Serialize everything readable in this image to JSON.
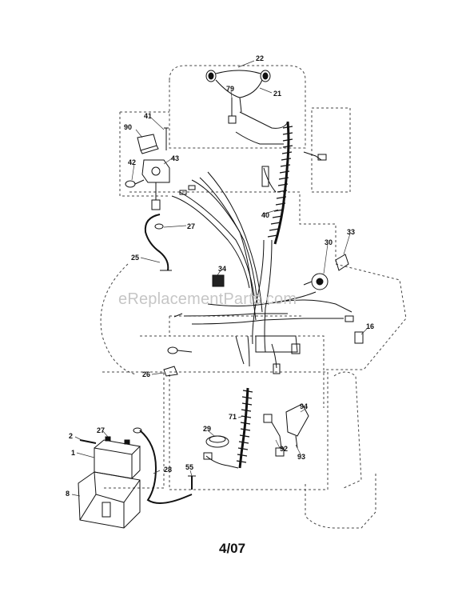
{
  "callouts": {
    "c22": "22",
    "c79": "79",
    "c21": "21",
    "c41": "41",
    "c90": "90",
    "c43": "43",
    "c42": "42",
    "c40": "40",
    "c27a": "27",
    "c30": "30",
    "c33": "33",
    "c25": "25",
    "c34": "34",
    "c16": "16",
    "c26": "26",
    "c71": "71",
    "c94": "94",
    "c29": "29",
    "c92": "92",
    "c93": "93",
    "c2": "2",
    "c27b": "27",
    "c1": "1",
    "c28": "28",
    "c55": "55",
    "c8": "8"
  },
  "watermark": "eReplacementParts.com",
  "footer_code": "4/07"
}
